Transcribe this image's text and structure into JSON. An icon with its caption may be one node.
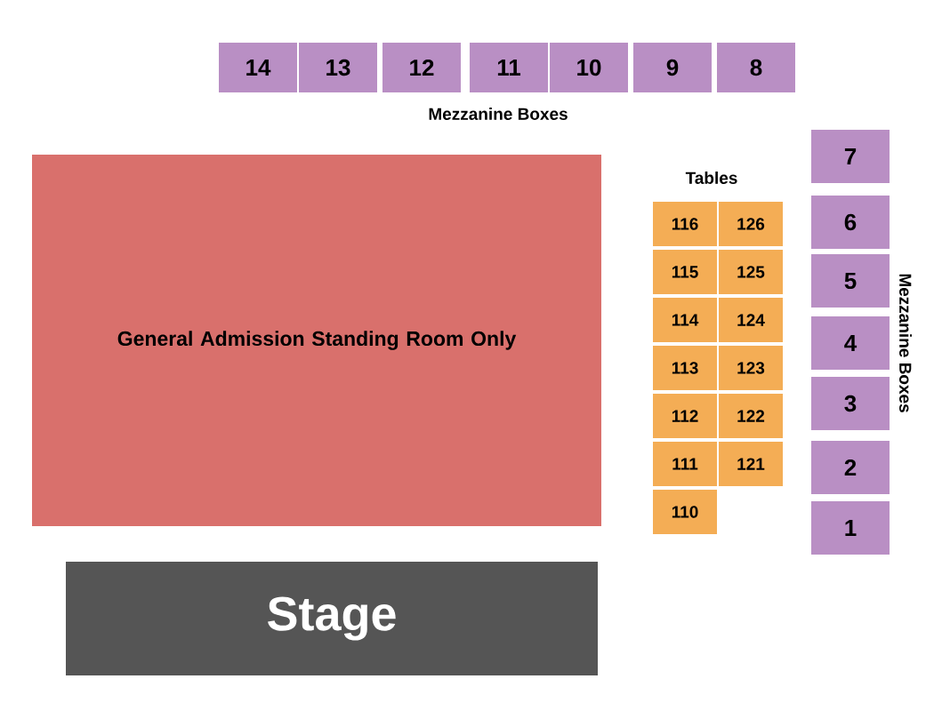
{
  "diagram": {
    "nodes": [
      {
        "text": [
          "14"
        ]
      },
      {
        "text": [
          "13"
        ]
      },
      {
        "text": [
          "12"
        ]
      },
      {
        "text": [
          "11"
        ]
      },
      {
        "text": [
          "10"
        ]
      },
      {
        "text": [
          "9"
        ]
      },
      {
        "text": [
          "8"
        ]
      },
      {
        "text": [
          "7"
        ]
      },
      {
        "text": [
          "6"
        ]
      },
      {
        "text": [
          "5"
        ]
      },
      {
        "text": [
          "4"
        ]
      },
      {
        "text": [
          "3"
        ]
      },
      {
        "text": [
          "2"
        ]
      },
      {
        "text": [
          "1"
        ]
      },
      {
        "text": [
          "General Admission Standing Room Only"
        ]
      },
      {
        "text": [
          "116"
        ]
      },
      {
        "text": [
          "126"
        ]
      },
      {
        "text": [
          "115"
        ]
      },
      {
        "text": [
          "125"
        ]
      },
      {
        "text": [
          "114"
        ]
      },
      {
        "text": [
          "124"
        ]
      },
      {
        "text": [
          "113"
        ]
      },
      {
        "text": [
          "123"
        ]
      },
      {
        "text": [
          "112"
        ]
      },
      {
        "text": [
          "122"
        ]
      },
      {
        "text": [
          "111"
        ]
      },
      {
        "text": [
          "121"
        ]
      },
      {
        "text": [
          "110"
        ]
      },
      {
        "text": [
          "Stage"
        ]
      }
    ],
    "labels": [
      "Mezzanine Boxes",
      "Tables",
      "Mezzanine Boxes"
    ]
  }
}
